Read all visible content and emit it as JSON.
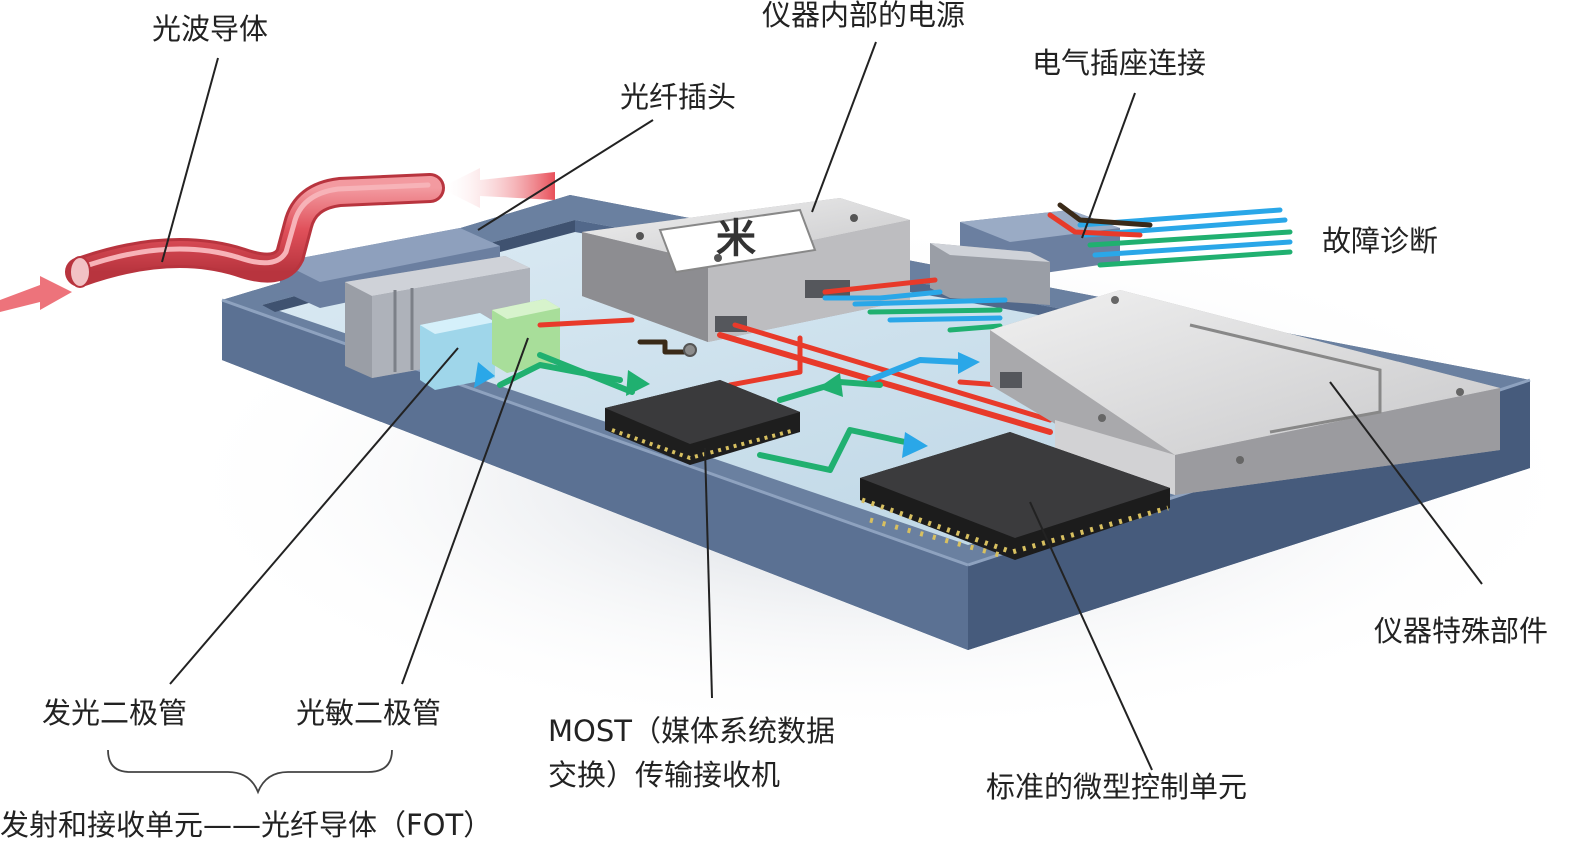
{
  "labels": {
    "waveguide": "光波导体",
    "power_supply": "仪器内部的电源",
    "fiber_plug": "光纤插头",
    "socket": "电气插座连接",
    "diagnosis": "故障诊断",
    "special_parts": "仪器特殊部件",
    "led": "发光二极管",
    "photodiode": "光敏二极管",
    "most_line1": "MOST（媒体系统数据",
    "most_line2": "交换）传输接收机",
    "mcu": "标准的微型控制单元",
    "fot": "发射和接收单元——光纤导体（FOT）"
  },
  "box_glyph": "米",
  "colors": {
    "tray": "#5a6f8e",
    "tray_dark": "#3f5270",
    "tray_floor": "#cfe3ef",
    "fiber": "#e0505a",
    "wire_red": "#e83a2a",
    "wire_blue": "#2aa7e8",
    "wire_green": "#20b070",
    "chip": "#2a2a2a",
    "box_grey": "#c9c9cb"
  }
}
